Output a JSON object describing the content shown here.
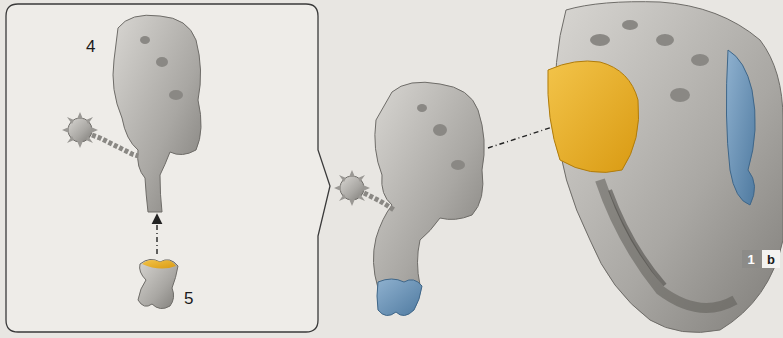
{
  "diagram": {
    "nodes": [
      {
        "text": [
          "1"
        ]
      },
      {
        "text": [
          "b"
        ]
      }
    ],
    "labels": [
      "4",
      "5"
    ]
  }
}
